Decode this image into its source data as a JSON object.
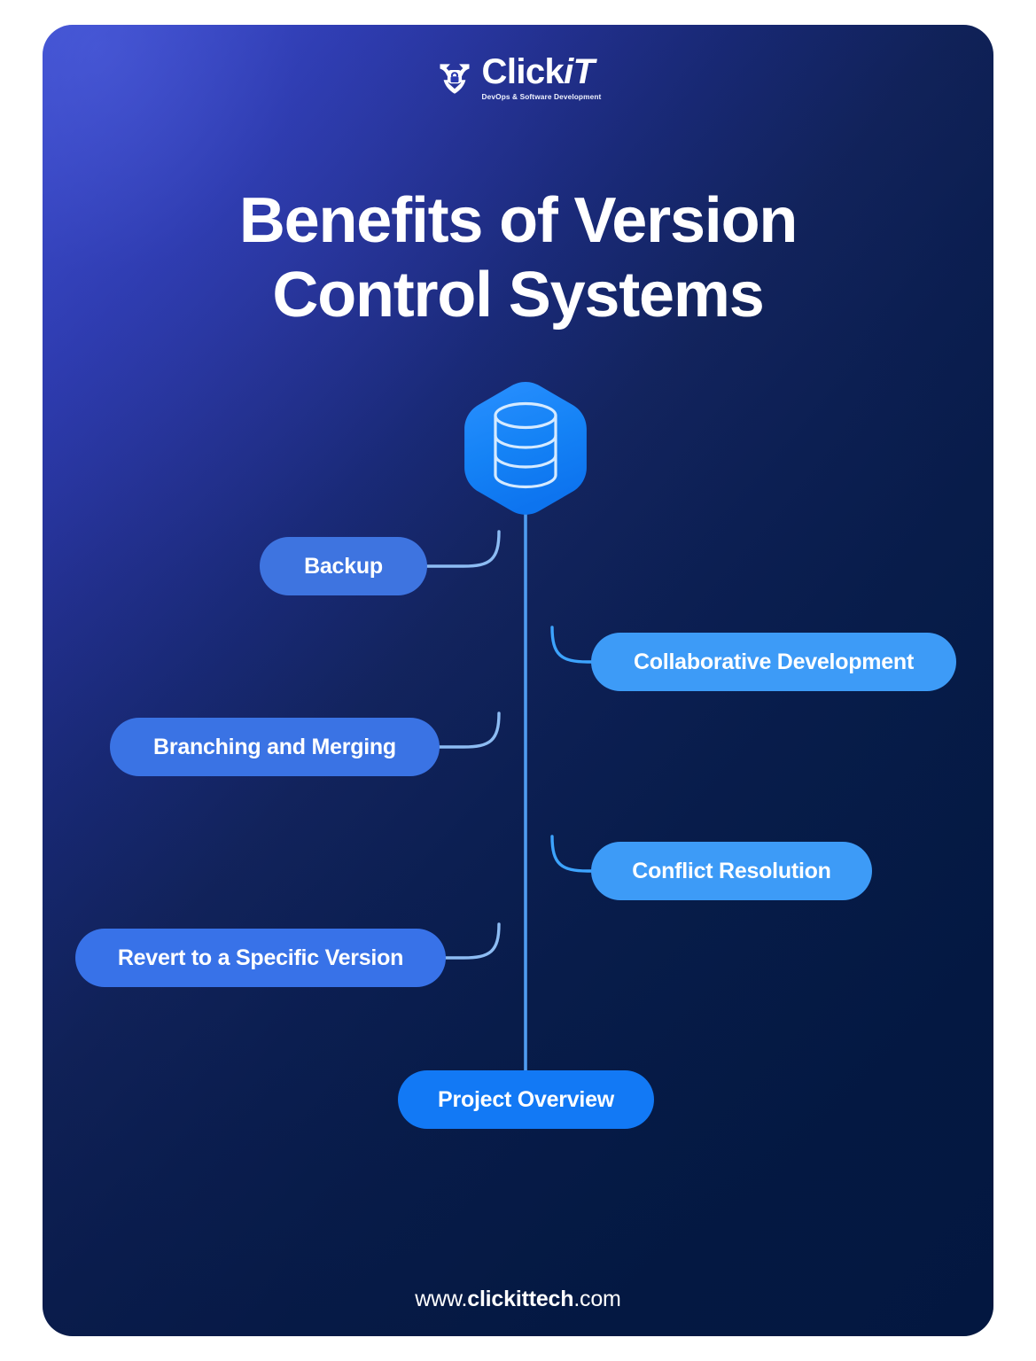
{
  "brand": {
    "logo_icon": "shield-lock-icon",
    "name_part1": "Click",
    "name_part2": "iT",
    "tagline": "DevOps & Software Development"
  },
  "title": "Benefits of Version Control Systems",
  "title_line1": "Benefits of Version",
  "title_line2": "Control Systems",
  "center_node": {
    "icon": "database-icon",
    "shape": "hexagon",
    "hex_color": "#1f86f7",
    "icon_stroke": "#cfe7ff"
  },
  "benefits": [
    {
      "label": "Backup",
      "side": "left",
      "color": "#3e74e0"
    },
    {
      "label": "Collaborative Development",
      "side": "right",
      "color": "#3d9bf7"
    },
    {
      "label": "Branching and Merging",
      "side": "left",
      "color": "#3a73e4"
    },
    {
      "label": "Conflict Resolution",
      "side": "right",
      "color": "#3d9bf7"
    },
    {
      "label": "Revert to a Specific Version",
      "side": "left",
      "color": "#3872e8"
    },
    {
      "label": "Project Overview",
      "side": "center",
      "color": "#1279f5"
    }
  ],
  "footer": {
    "prefix": "www.",
    "domain": "clickittech",
    "suffix": ".com"
  },
  "colors": {
    "bg_start": "#3f4fcf",
    "bg_end": "#041b47",
    "connector_left": "#6aa7ef",
    "connector_center": "#4f9cf0",
    "connector_right": "#39a0ff",
    "text": "#ffffff"
  }
}
